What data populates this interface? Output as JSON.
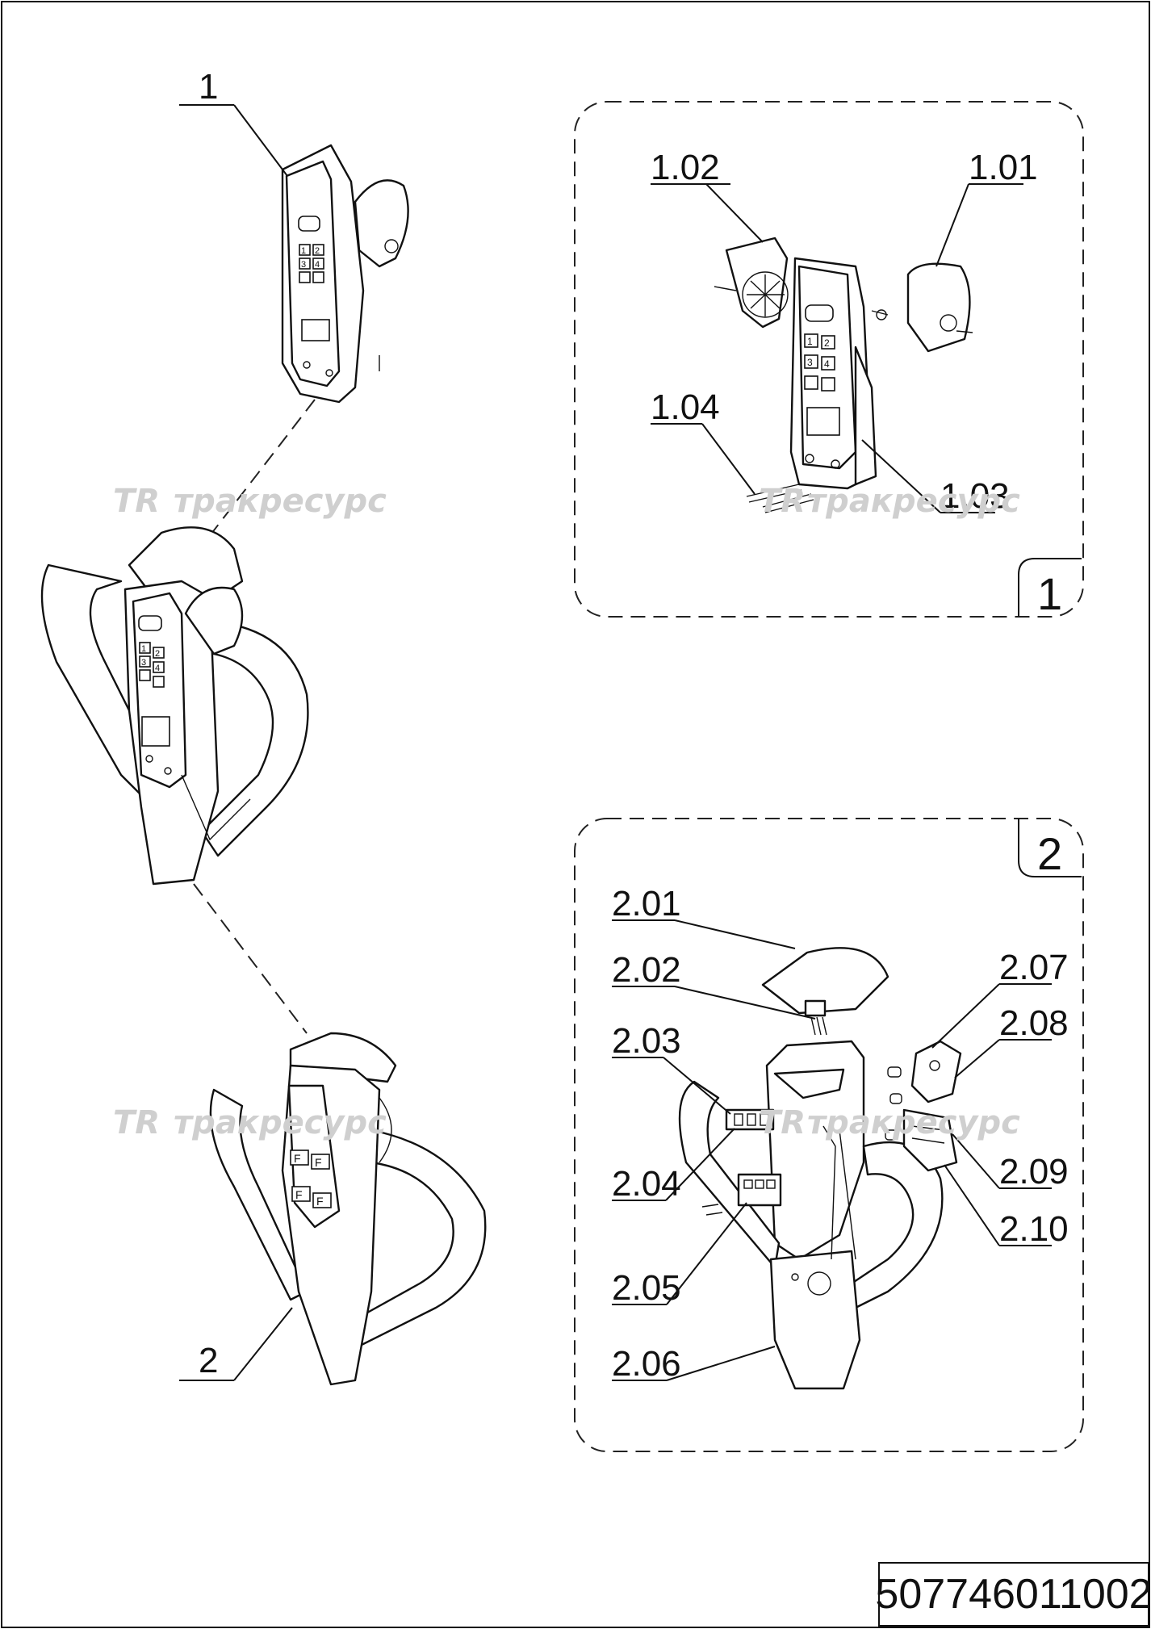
{
  "drawing": {
    "main_labels": [
      "1",
      "2"
    ],
    "group_1": {
      "tag": "1",
      "labels": [
        "1.01",
        "1.02",
        "1.03",
        "1.04"
      ]
    },
    "group_2": {
      "tag": "2",
      "labels": [
        "2.01",
        "2.02",
        "2.03",
        "2.04",
        "2.05",
        "2.06",
        "2.07",
        "2.08",
        "2.09",
        "2.10"
      ]
    },
    "keypad_keys": [
      "1",
      "2",
      "3",
      "4"
    ],
    "watermark": "тракресурс",
    "watermark_logo": "TR",
    "part_number": "507746011002"
  }
}
